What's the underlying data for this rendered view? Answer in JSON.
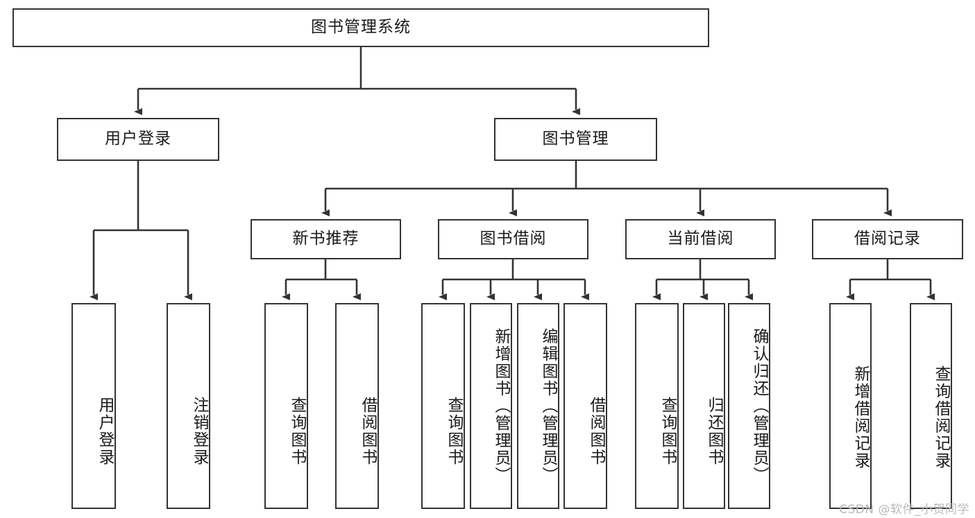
{
  "diagram": {
    "type": "tree",
    "title": "图书管理系统",
    "colors": {
      "node_border": "#333333",
      "node_fill": "#ffffff",
      "edge": "#333333",
      "text": "#1a1a1a",
      "watermark": "#b9b9b9",
      "background": "#ffffff"
    },
    "root": {
      "label": "图书管理系统"
    },
    "level2": [
      {
        "label": "用户登录"
      },
      {
        "label": "图书管理"
      }
    ],
    "level3": [
      {
        "label": "新书推荐"
      },
      {
        "label": "图书借阅"
      },
      {
        "label": "当前借阅"
      },
      {
        "label": "借阅记录"
      }
    ],
    "leaves": {
      "user_login": [
        {
          "label": "用户登录"
        },
        {
          "label": "注销登录"
        }
      ],
      "new_book_recommend": [
        {
          "label": "查询图书"
        },
        {
          "label": "借阅图书"
        }
      ],
      "book_borrow": [
        {
          "label": "查询图书"
        },
        {
          "label": "新增图书（管理员）"
        },
        {
          "label": "编辑图书（管理员）"
        },
        {
          "label": "借阅图书"
        }
      ],
      "current_borrow": [
        {
          "label": "查询图书"
        },
        {
          "label": "归还图书"
        },
        {
          "label": "确认归还（管理员）"
        }
      ],
      "borrow_record": [
        {
          "label": "新增借阅记录"
        },
        {
          "label": "查询借阅记录"
        }
      ]
    }
  },
  "watermark": {
    "text": "CSDN @软件_小贺同学"
  }
}
